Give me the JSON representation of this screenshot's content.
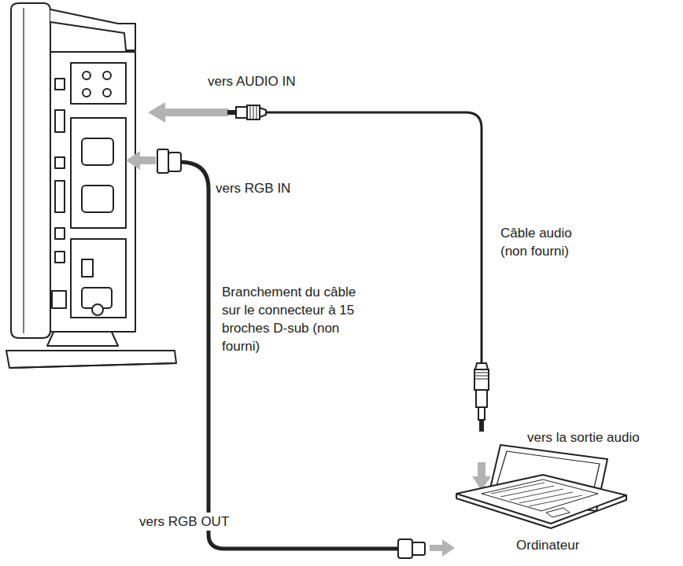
{
  "diagram": {
    "labels": [
      "vers AUDIO IN",
      "vers RGB IN",
      "Câble audio (non fourni)",
      "Branchement du câble sur le connecteur à 15 broches D-sub (non fourni)",
      "vers la sortie audio",
      "vers RGB OUT",
      "Ordinateur"
    ]
  }
}
